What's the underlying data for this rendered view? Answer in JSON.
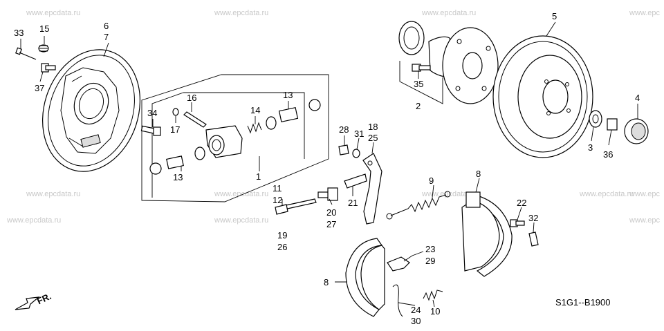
{
  "diagram": {
    "code": "S1G1--B1900",
    "front_marker": "FR.",
    "watermarks": [
      "www.epcdata.ru",
      "www.epcdata.ru",
      "www.epcdata.ru",
      "www.epc",
      "www.epcdata.ru",
      "www.epcdata.ru",
      "www.epcdata.ru",
      "www.epc",
      "www.epcdata.ru",
      "www.epcdata.ru",
      "www.epcdata.ru",
      "www.epc"
    ],
    "callouts": [
      "33",
      "15",
      "6",
      "7",
      "37",
      "34",
      "16",
      "17",
      "14",
      "13",
      "13",
      "1",
      "11",
      "12",
      "19",
      "26",
      "28",
      "31",
      "18",
      "25",
      "20",
      "27",
      "21",
      "9",
      "8",
      "22",
      "32",
      "23",
      "29",
      "8",
      "24",
      "30",
      "10",
      "35",
      "2",
      "5",
      "4",
      "3",
      "36"
    ]
  }
}
